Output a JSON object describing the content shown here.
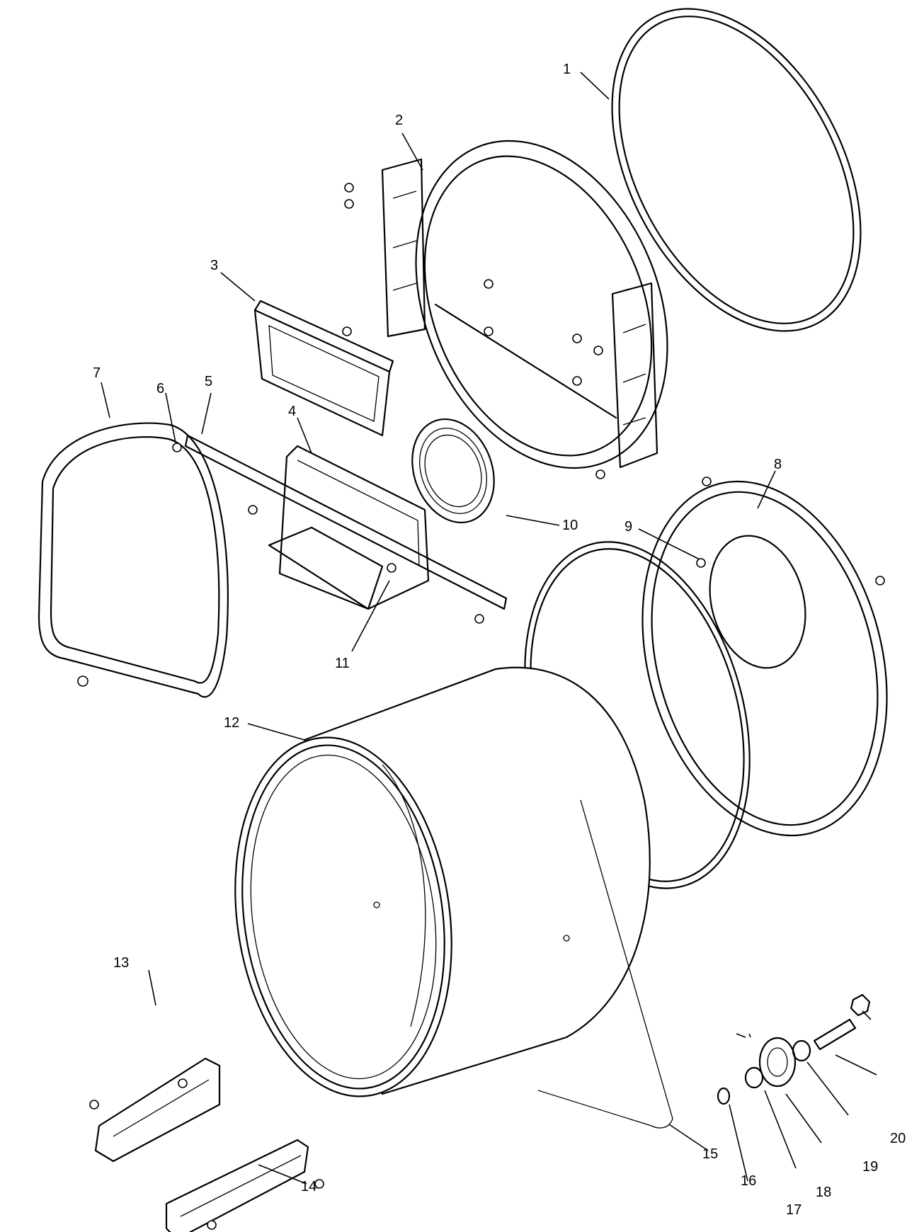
{
  "diagram": {
    "type": "exploded-parts-view",
    "callouts": [
      {
        "id": 1,
        "label": "1"
      },
      {
        "id": 2,
        "label": "2"
      },
      {
        "id": 3,
        "label": "3"
      },
      {
        "id": 4,
        "label": "4"
      },
      {
        "id": 5,
        "label": "5"
      },
      {
        "id": 6,
        "label": "6"
      },
      {
        "id": 7,
        "label": "7"
      },
      {
        "id": 8,
        "label": "8"
      },
      {
        "id": 9,
        "label": "9"
      },
      {
        "id": 10,
        "label": "10"
      },
      {
        "id": 11,
        "label": "11"
      },
      {
        "id": 12,
        "label": "12"
      },
      {
        "id": 13,
        "label": "13"
      },
      {
        "id": 14,
        "label": "14"
      },
      {
        "id": 15,
        "label": "15"
      },
      {
        "id": 16,
        "label": "16"
      },
      {
        "id": 17,
        "label": "17"
      },
      {
        "id": 18,
        "label": "18"
      },
      {
        "id": 19,
        "label": "19"
      },
      {
        "id": 20,
        "label": "20"
      }
    ],
    "line_color": "#000000",
    "background_color": "#ffffff"
  }
}
